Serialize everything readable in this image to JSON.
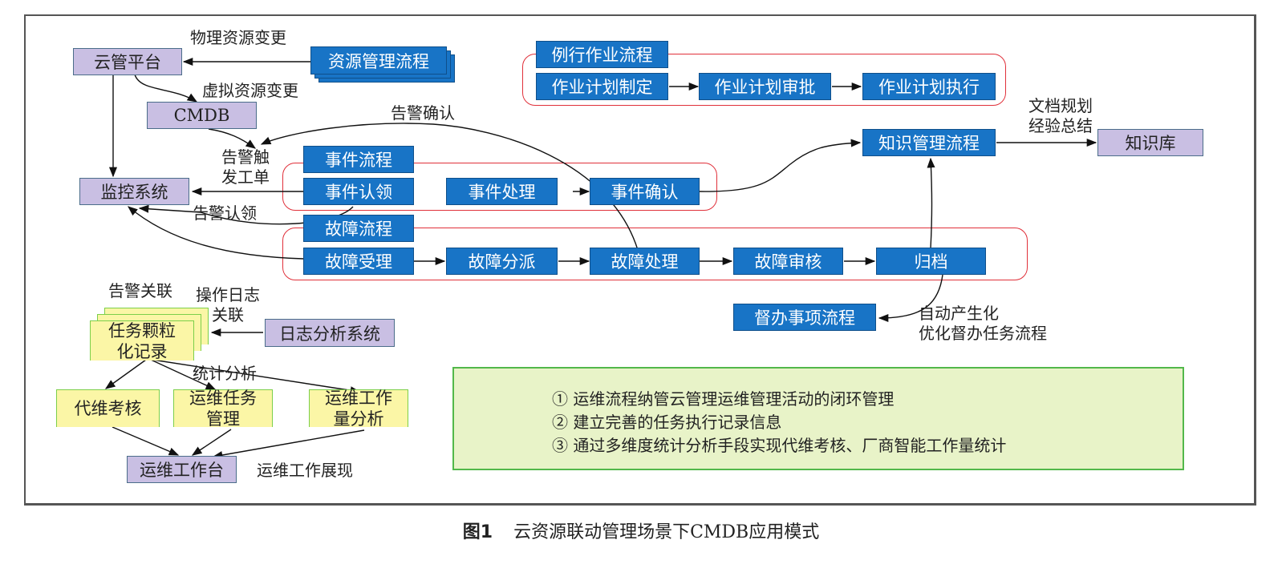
{
  "nodes": {
    "cloud_platform": "云管平台",
    "resource_mgmt_flow": "资源管理流程",
    "cmdb": "CMDB",
    "monitoring_system": "监控系统",
    "event_flow_title": "事件流程",
    "event_claim": "事件认领",
    "event_handle": "事件处理",
    "event_confirm": "事件确认",
    "fault_flow_title": "故障流程",
    "fault_accept": "故障受理",
    "fault_dispatch": "故障分派",
    "fault_handle": "故障处理",
    "fault_review": "故障审核",
    "archive": "归档",
    "supervise_flow": "督办事项流程",
    "routine_flow_title": "例行作业流程",
    "plan_make": "作业计划制定",
    "plan_approve": "作业计划审批",
    "plan_execute": "作业计划执行",
    "knowledge_flow": "知识管理流程",
    "knowledge_base": "知识库",
    "task_record": [
      "任务颗粒",
      "化记录"
    ],
    "log_analysis": "日志分析系统",
    "vendor_assess": "代维考核",
    "ops_task_mgmt": [
      "运维任务",
      "管理"
    ],
    "ops_workload": [
      "运维工作",
      "量分析"
    ],
    "ops_workbench": "运维工作台"
  },
  "labels": {
    "physical_change": "物理资源变更",
    "virtual_change": "虚拟资源变更",
    "alarm_confirm": "告警确认",
    "alarm_trigger": [
      "告警触",
      "发工单"
    ],
    "alarm_claim": "告警认领",
    "doc_plan": [
      "文档规划",
      "经验总结"
    ],
    "auto_generate": [
      "自动产生化",
      "优化督办任务流程"
    ],
    "alarm_correlate": "告警关联",
    "oplog_correlate": [
      "操作日志",
      "关联"
    ],
    "stat_analysis": "统计分析",
    "ops_display": "运维工作展现"
  },
  "summary": [
    "① 运维流程纳管云管理运维管理活动的闭环管理",
    "② 建立完善的任务执行记录信息",
    "③ 通过多维度统计分析手段实现代维考核、厂商智能工作量统计"
  ],
  "caption": {
    "figure_no": "图1",
    "title": "云资源联动管理场景下CMDB应用模式"
  },
  "colors": {
    "process_blue": "#1874c6",
    "system_purple": "#c9bfe3",
    "group_red": "#e0303a",
    "doc_yellow": "#fbf6a6",
    "summary_green": "#e8f3c8"
  }
}
